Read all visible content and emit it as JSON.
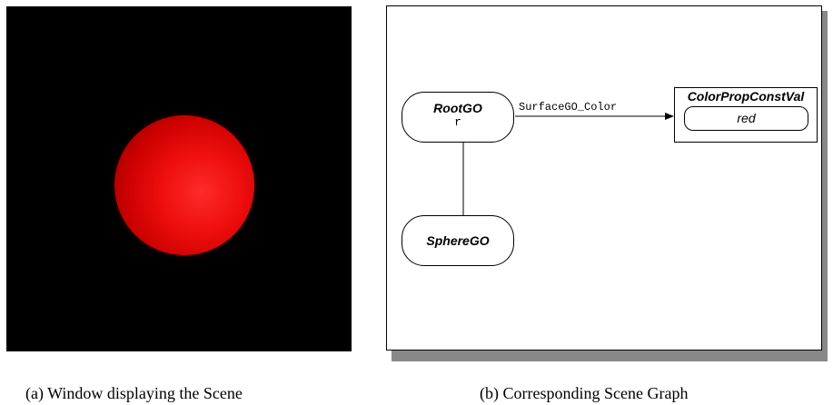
{
  "left_panel": {
    "caption": "(a) Window displaying the Scene"
  },
  "right_panel": {
    "caption": "(b) Corresponding Scene Graph",
    "nodes": {
      "root": {
        "title": "RootGO",
        "sub": "r"
      },
      "sphere": {
        "title": "SphereGO"
      }
    },
    "edge_label": "SurfaceGO_Color",
    "property": {
      "title": "ColorPropConstVal",
      "value": "red"
    }
  },
  "colors": {
    "background": "#000000",
    "sphere": "#ee0e0e",
    "shadow": "#888888"
  }
}
